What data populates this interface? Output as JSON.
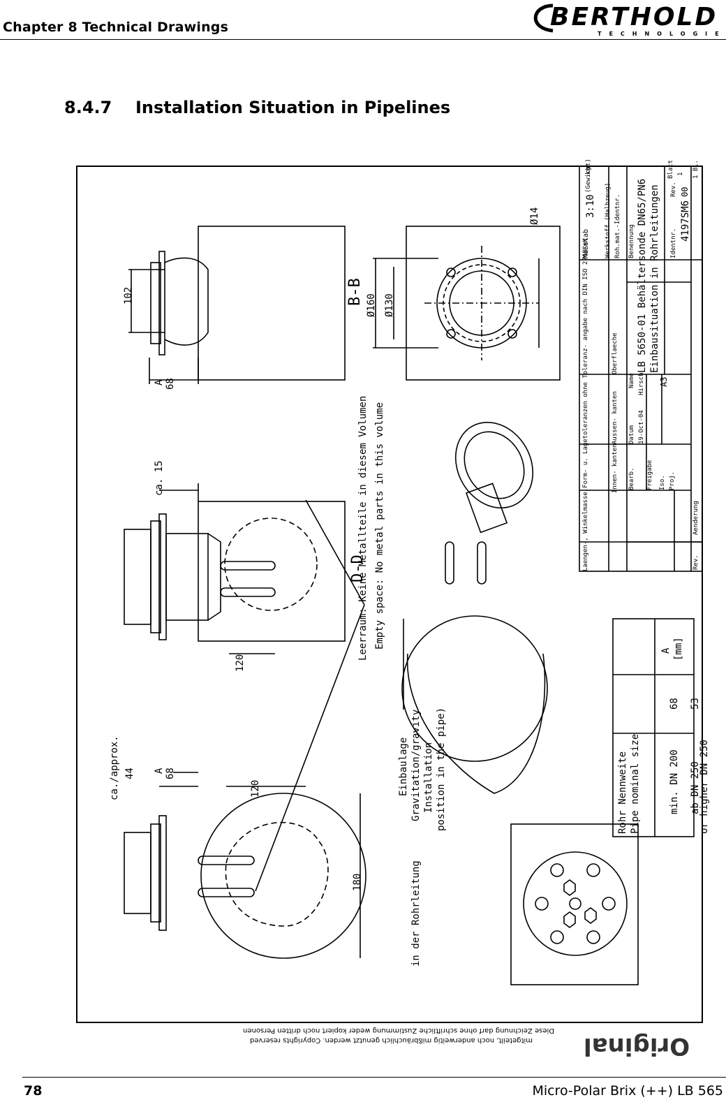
{
  "header": {
    "chapter_title": "Chapter 8 Technical Drawings",
    "logo_text": "BERTHOLD",
    "logo_subtext": "TECHNOLOGIES"
  },
  "section": {
    "number": "8.4.7",
    "title": "Installation Situation in Pipelines"
  },
  "drawing": {
    "view_bb": "B-B",
    "view_dd": "D-D",
    "dims": {
      "d102": "102",
      "d68": "68",
      "dA": "A",
      "d160": "Ø160",
      "d130": "Ø130",
      "d14": "Ø14",
      "ca15": "ca. 15",
      "d120": "120",
      "d120b": "120",
      "d44": "44",
      "capprox": "ca./approx.",
      "d68b": "68",
      "dAb": "A",
      "d180": "180"
    },
    "empty_space_de": "Leerraum: Keine Metallteile in diesem Volumen",
    "empty_space_en": "Empty space: No metal parts in this volume",
    "install_de": "Einbaulage",
    "install_en1": "Gravitation/gravity",
    "install_en2": "Installation",
    "install_en3": "position in the pipe)",
    "install_de2": "in der Rohrleitung",
    "table": {
      "h1a": "Rohr Nennweite",
      "h1b": "Pipe nominal size",
      "h2a": "A",
      "h2b": "[mm]",
      "r1c1": "min. DN 200",
      "r1c2": "68",
      "r2c1a": "ab DN 250",
      "r2c1b": "or higher DN 250",
      "r2c2": "53"
    },
    "title_block": {
      "tolerance": "Laengen-, Winkelmasse,Form- u. Lagetoleranzen ohne Toleranz- angabe nach DIN ISO 2768-mK",
      "inner_edges": "Innen- kanten",
      "outer_edges": "Aussen- kanten",
      "surface": "Oberflaeche",
      "scale_label": "Maßstab",
      "scale": "3:10",
      "weight": "(Gewicht)",
      "weight_unit": "kg",
      "material": "Werkstoff (Halbzeug)",
      "material_id": "Roh.mat.-Identnr.",
      "designation_label": "Benennung",
      "designation1": "LB 5650-01 Behältersonde DN65/PN6",
      "designation2": "Einbausituation in Rohrleitungen",
      "bearb": "Bearb.",
      "freigabe": "Freigabe",
      "datum": "Datum",
      "name": "Name",
      "date": "19-Oct-04",
      "author": "Hirsch",
      "iso": "Iso.",
      "proj": "Proj.",
      "format": "A3",
      "identnr": "Identnr.",
      "drawing_no": "4197SM6",
      "rev_label": "Rev.",
      "rev": "00",
      "blatt": "Blatt",
      "sheet": "1",
      "sheets": "1 Bl.",
      "aenderung": "Aenderung",
      "rev_col": "Rev."
    },
    "copyright1": "Diese Zeichnung darf ohne schriftliche Zustimmung weder kopiert noch dritten Personen",
    "copyright2": "mitgeteilt, noch anderweitig mißbräuchlich genutzt werden. Copyrights reserved",
    "stamp": "Original"
  },
  "footer": {
    "page_number": "78",
    "document": "Micro-Polar Brix (++) LB 565"
  }
}
